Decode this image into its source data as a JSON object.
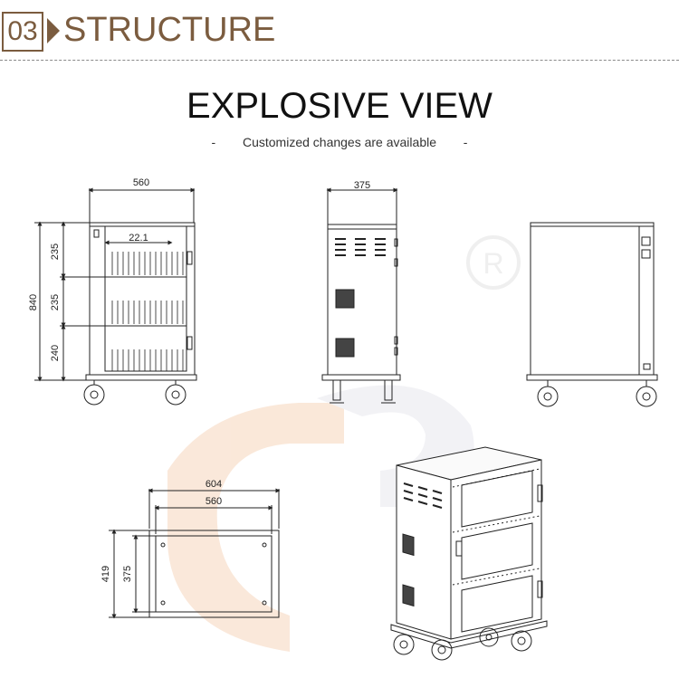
{
  "header": {
    "number": "03",
    "title": "STRUCTURE"
  },
  "title": "EXPLOSIVE VIEW",
  "subtitle": {
    "left_dash": "-",
    "text": "Customized changes are available",
    "right_dash": "-"
  },
  "dimensions": {
    "front": {
      "width": "560",
      "compartment": "22.1",
      "height": "840",
      "section1": "235",
      "section2": "235",
      "section3": "240"
    },
    "side": {
      "width": "375"
    },
    "top": {
      "outer": "604",
      "inner": "560",
      "depth_outer": "419",
      "depth_inner": "375"
    }
  },
  "watermark": {
    "registered": "R"
  },
  "colors": {
    "accent": "#7b5c3f",
    "line": "#222222",
    "watermark": "#f2c9a8"
  }
}
